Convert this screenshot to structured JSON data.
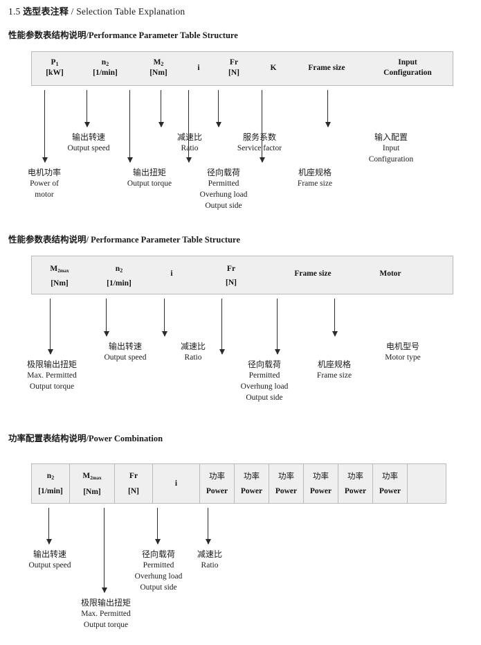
{
  "document": {
    "title_number": "1.5",
    "title_cn": "选型表注释",
    "title_sep": "/",
    "title_en": "Selection Table Explanation"
  },
  "sections": [
    {
      "heading_cn": "性能参数表结构说明",
      "heading_sep": "/",
      "heading_en": "Performance Parameter Table Structure",
      "table": {
        "columns": [
          {
            "symbol": "P",
            "sub": "1",
            "unit": "[kW]"
          },
          {
            "symbol": "n",
            "sub": "2",
            "unit": "[1/min]"
          },
          {
            "symbol": "M",
            "sub": "2",
            "unit": "[Nm]"
          },
          {
            "symbol": "i",
            "sub": "",
            "unit": ""
          },
          {
            "symbol": "Fr",
            "sub": "",
            "unit": "[N]"
          },
          {
            "symbol": "K",
            "sub": "",
            "unit": ""
          },
          {
            "symbol": "Frame size",
            "sub": "",
            "unit": ""
          },
          {
            "symbol": "Input",
            "sub": "",
            "unit": "Configuration"
          }
        ]
      },
      "annotations": [
        {
          "cn": "电机功率",
          "en": [
            "Power of",
            "motor"
          ]
        },
        {
          "cn": "输出转速",
          "en": [
            "Output speed"
          ]
        },
        {
          "cn": "输出扭矩",
          "en": [
            "Output torque"
          ]
        },
        {
          "cn": "减速比",
          "en": [
            "Ratio"
          ]
        },
        {
          "cn": "径向载荷",
          "en": [
            "Permitted",
            "Overhung load",
            "Output side"
          ]
        },
        {
          "cn": "服务系数",
          "en": [
            "Service factor"
          ]
        },
        {
          "cn": "机座规格",
          "en": [
            "Frame size"
          ]
        },
        {
          "cn": "输入配置",
          "en": [
            "Input",
            "Configuration"
          ]
        }
      ]
    },
    {
      "heading_cn": "性能参数表结构说明",
      "heading_sep": "/",
      "heading_en": "Performance Parameter Table Structure",
      "table": {
        "columns": [
          {
            "symbol": "M",
            "sub": "2max",
            "unit": "[Nm]"
          },
          {
            "symbol": "n",
            "sub": "2",
            "unit": "[1/min]"
          },
          {
            "symbol": "i",
            "sub": "",
            "unit": ""
          },
          {
            "symbol": "Fr",
            "sub": "",
            "unit": "[N]"
          },
          {
            "symbol": "Frame size",
            "sub": "",
            "unit": ""
          },
          {
            "symbol": "Motor",
            "sub": "",
            "unit": ""
          }
        ]
      },
      "annotations": [
        {
          "cn": "极限输出扭矩",
          "en": [
            "Max. Permitted",
            "Output  torque"
          ]
        },
        {
          "cn": "输出转速",
          "en": [
            "Output speed"
          ]
        },
        {
          "cn": "减速比",
          "en": [
            "Ratio"
          ]
        },
        {
          "cn": "径向载荷",
          "en": [
            "Permitted",
            "Overhung load",
            "Output side"
          ]
        },
        {
          "cn": "机座规格",
          "en": [
            "Frame size"
          ]
        },
        {
          "cn": "电机型号",
          "en": [
            "Motor type"
          ]
        }
      ]
    },
    {
      "heading_cn": "功率配置表结构说明",
      "heading_sep": "/",
      "heading_en": "Power Combination",
      "table": {
        "columns": [
          {
            "symbol": "n",
            "sub": "2",
            "unit": "[1/min]"
          },
          {
            "symbol": "M",
            "sub": "2max",
            "unit": "[Nm]"
          },
          {
            "symbol": "Fr",
            "sub": "",
            "unit": "[N]"
          },
          {
            "symbol": "i",
            "sub": "",
            "unit": ""
          }
        ],
        "power_columns": [
          {
            "cn": "功率",
            "en": "Power"
          },
          {
            "cn": "功率",
            "en": "Power"
          },
          {
            "cn": "功率",
            "en": "Power"
          },
          {
            "cn": "功率",
            "en": "Power"
          },
          {
            "cn": "功率",
            "en": "Power"
          },
          {
            "cn": "功率",
            "en": "Power"
          }
        ]
      },
      "annotations": [
        {
          "cn": "输出转速",
          "en": [
            "Output speed"
          ]
        },
        {
          "cn": "极限输出扭矩",
          "en": [
            "Max. Permitted",
            "Output  torque"
          ]
        },
        {
          "cn": "径向载荷",
          "en": [
            "Permitted",
            "Overhung load",
            "Output side"
          ]
        },
        {
          "cn": "减速比",
          "en": [
            "Ratio"
          ]
        }
      ]
    }
  ],
  "colors": {
    "table_fill": "#efefef",
    "table_border": "#b9b9b9",
    "arrow": "#2a2a2a",
    "text": "#1a1a1a"
  }
}
